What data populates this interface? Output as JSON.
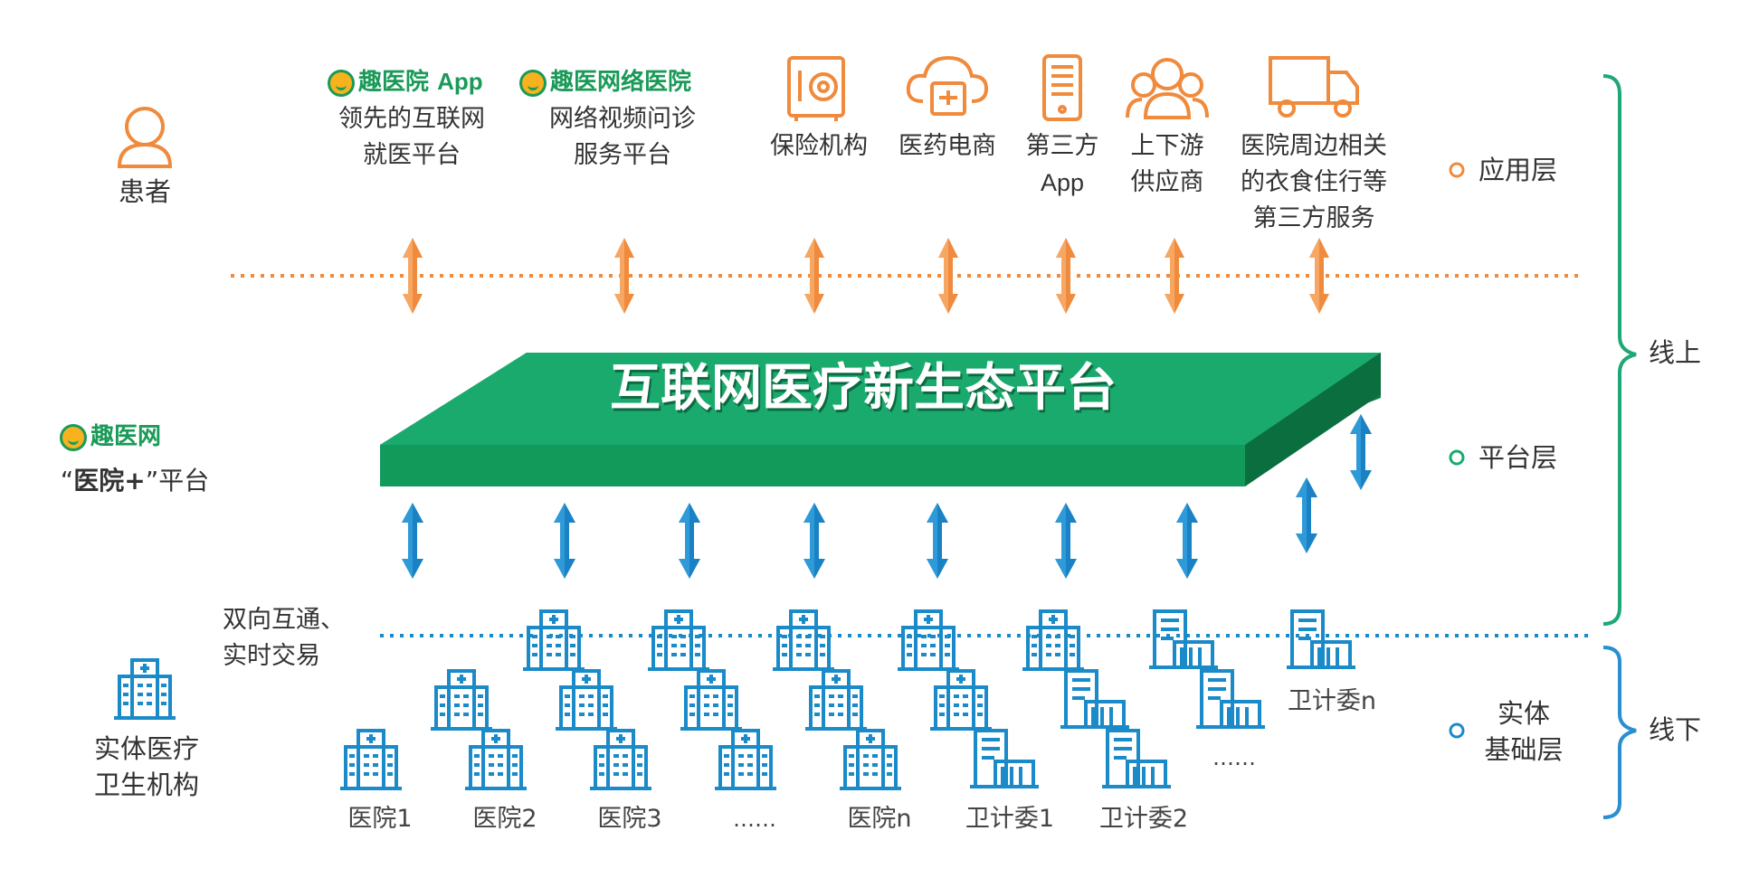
{
  "patient": {
    "label": "患者"
  },
  "brands": {
    "app": {
      "name": "趣医院",
      "suffix": "App",
      "desc1": "领先的互联网",
      "desc2": "就医平台"
    },
    "network": {
      "name": "趣医网络医院",
      "desc1": "网络视频问诊",
      "desc2": "服务平台"
    },
    "platform": {
      "name": "趣医网",
      "desc_quote_open": "“",
      "desc_bold": "医院+",
      "desc_quote_close": "”",
      "desc_tail": "平台"
    }
  },
  "services": [
    {
      "icon": "safe-icon",
      "label1": "保险机构",
      "label2": ""
    },
    {
      "icon": "cloud-shop-icon",
      "label1": "医药电商",
      "label2": ""
    },
    {
      "icon": "phone-app-icon",
      "label1": "第三方",
      "label2": "App"
    },
    {
      "icon": "people-icon",
      "label1": "上下游",
      "label2": "供应商"
    },
    {
      "icon": "truck-icon",
      "label1": "医院周边相关",
      "label2": "的衣食住行等",
      "label3": "第三方服务"
    }
  ],
  "platform_title": "互联网医疗新生态平台",
  "interconnect": {
    "line1": "双向互通、",
    "line2": "实时交易"
  },
  "institutions": {
    "label1": "实体医疗",
    "label2": "卫生机构"
  },
  "hospital_labels": [
    "医院1",
    "医院2",
    "医院3",
    "……",
    "医院n",
    "卫计委1",
    "卫计委2"
  ],
  "extra_labels": {
    "wjw_n": "卫计委n",
    "ellipsis": "……"
  },
  "layers": {
    "application": "应用层",
    "platform": "平台层",
    "physical1": "实体",
    "physical2": "基础层",
    "online": "线上",
    "offline": "线下"
  },
  "colors": {
    "orange": "#f08a3c",
    "green": "#1aaa6e",
    "dark_green": "#12804d",
    "blue": "#1a8ac8",
    "bracket_green": "#1fa876",
    "bracket_blue": "#2a8fcf"
  }
}
